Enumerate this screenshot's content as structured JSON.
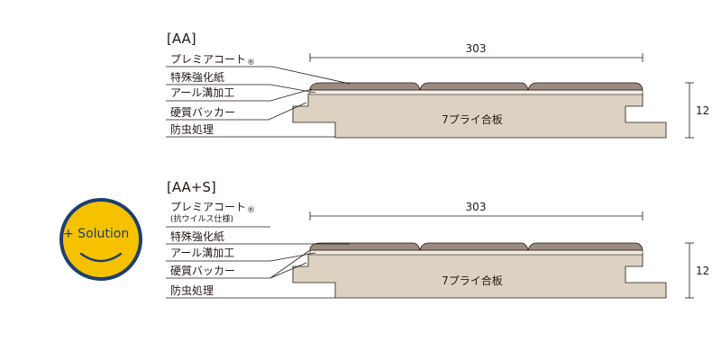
{
  "colors": {
    "plywood": "#ddd2c2",
    "coating": "#9b8a7f",
    "paper": "#f3eee4",
    "backer": "#e9e1d4",
    "outline": "#231815",
    "badge_fill": "#f6c200",
    "badge_ring": "#1e3f6e"
  },
  "badge": {
    "text": "+ Solution"
  },
  "diagrams": [
    {
      "title": "[AA]",
      "dim_width": "303",
      "dim_height": "12",
      "core_label": "7プライ合板",
      "labels": [
        {
          "text": "プレミアコート",
          "mark": "®",
          "sub": ""
        },
        {
          "text": "特殊強化紙"
        },
        {
          "text": "アール溝加工"
        },
        {
          "text": "硬質バッカー"
        },
        {
          "text": "防虫処理"
        }
      ]
    },
    {
      "title": "[AA+S]",
      "dim_width": "303",
      "dim_height": "12",
      "core_label": "7プライ合板",
      "labels": [
        {
          "text": "プレミアコート",
          "mark": "®",
          "sub": "(抗ウイルス仕様)"
        },
        {
          "text": "特殊強化紙"
        },
        {
          "text": "アール溝加工"
        },
        {
          "text": "硬質バッカー"
        },
        {
          "text": "防虫処理"
        }
      ]
    }
  ]
}
